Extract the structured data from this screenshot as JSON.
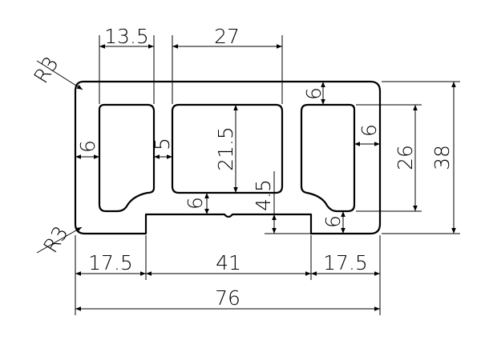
{
  "drawing": {
    "type": "aluminium profile cross-section",
    "dimensions": {
      "top_left_radius": "R3",
      "bottom_left_radius": "R3",
      "left_cavity_width": "13.5",
      "middle_cavity_width": "27",
      "left_wall": "6",
      "inner_wall": "5",
      "middle_cavity_height": "21.5",
      "bottom_wall": "6",
      "groove_depth": "4.5",
      "top_wall": "6",
      "right_wall": "6",
      "bottom_right_wall": "6",
      "inner_height": "26",
      "total_height": "38",
      "bottom_left_segment": "17.5",
      "bottom_groove_width": "41",
      "bottom_right_segment": "17.5",
      "total_width": "76"
    }
  }
}
